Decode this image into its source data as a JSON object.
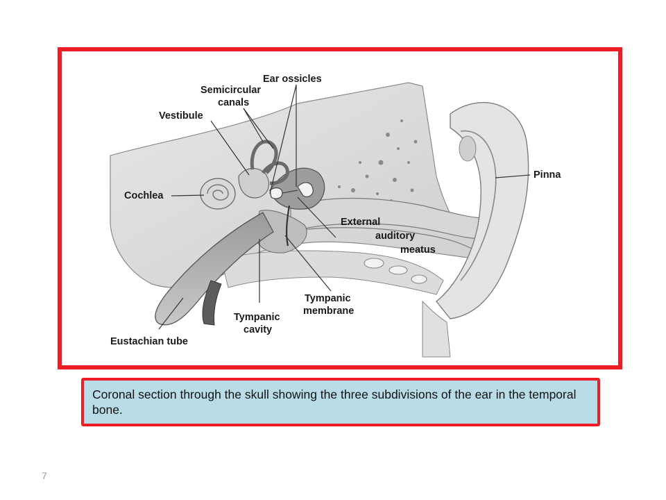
{
  "diagram": {
    "labels": {
      "ear_ossicles": "Ear ossicles",
      "semicircular_1": "Semicircular",
      "semicircular_2": "canals",
      "vestibule": "Vestibule",
      "cochlea": "Cochlea",
      "pinna": "Pinna",
      "external_1": "External",
      "external_2": "auditory",
      "external_3": "meatus",
      "tympanic_membrane_1": "Tympanic",
      "tympanic_membrane_2": "membrane",
      "tympanic_cavity_1": "Tympanic",
      "tympanic_cavity_2": "cavity",
      "eustachian": "Eustachian tube"
    },
    "colors": {
      "frame_border": "#ee1c24",
      "caption_bg": "#b8dde8"
    }
  },
  "caption": {
    "text": "Coronal section through the skull showing the three subdivisions of the ear in the temporal bone."
  },
  "slide_number": "7"
}
